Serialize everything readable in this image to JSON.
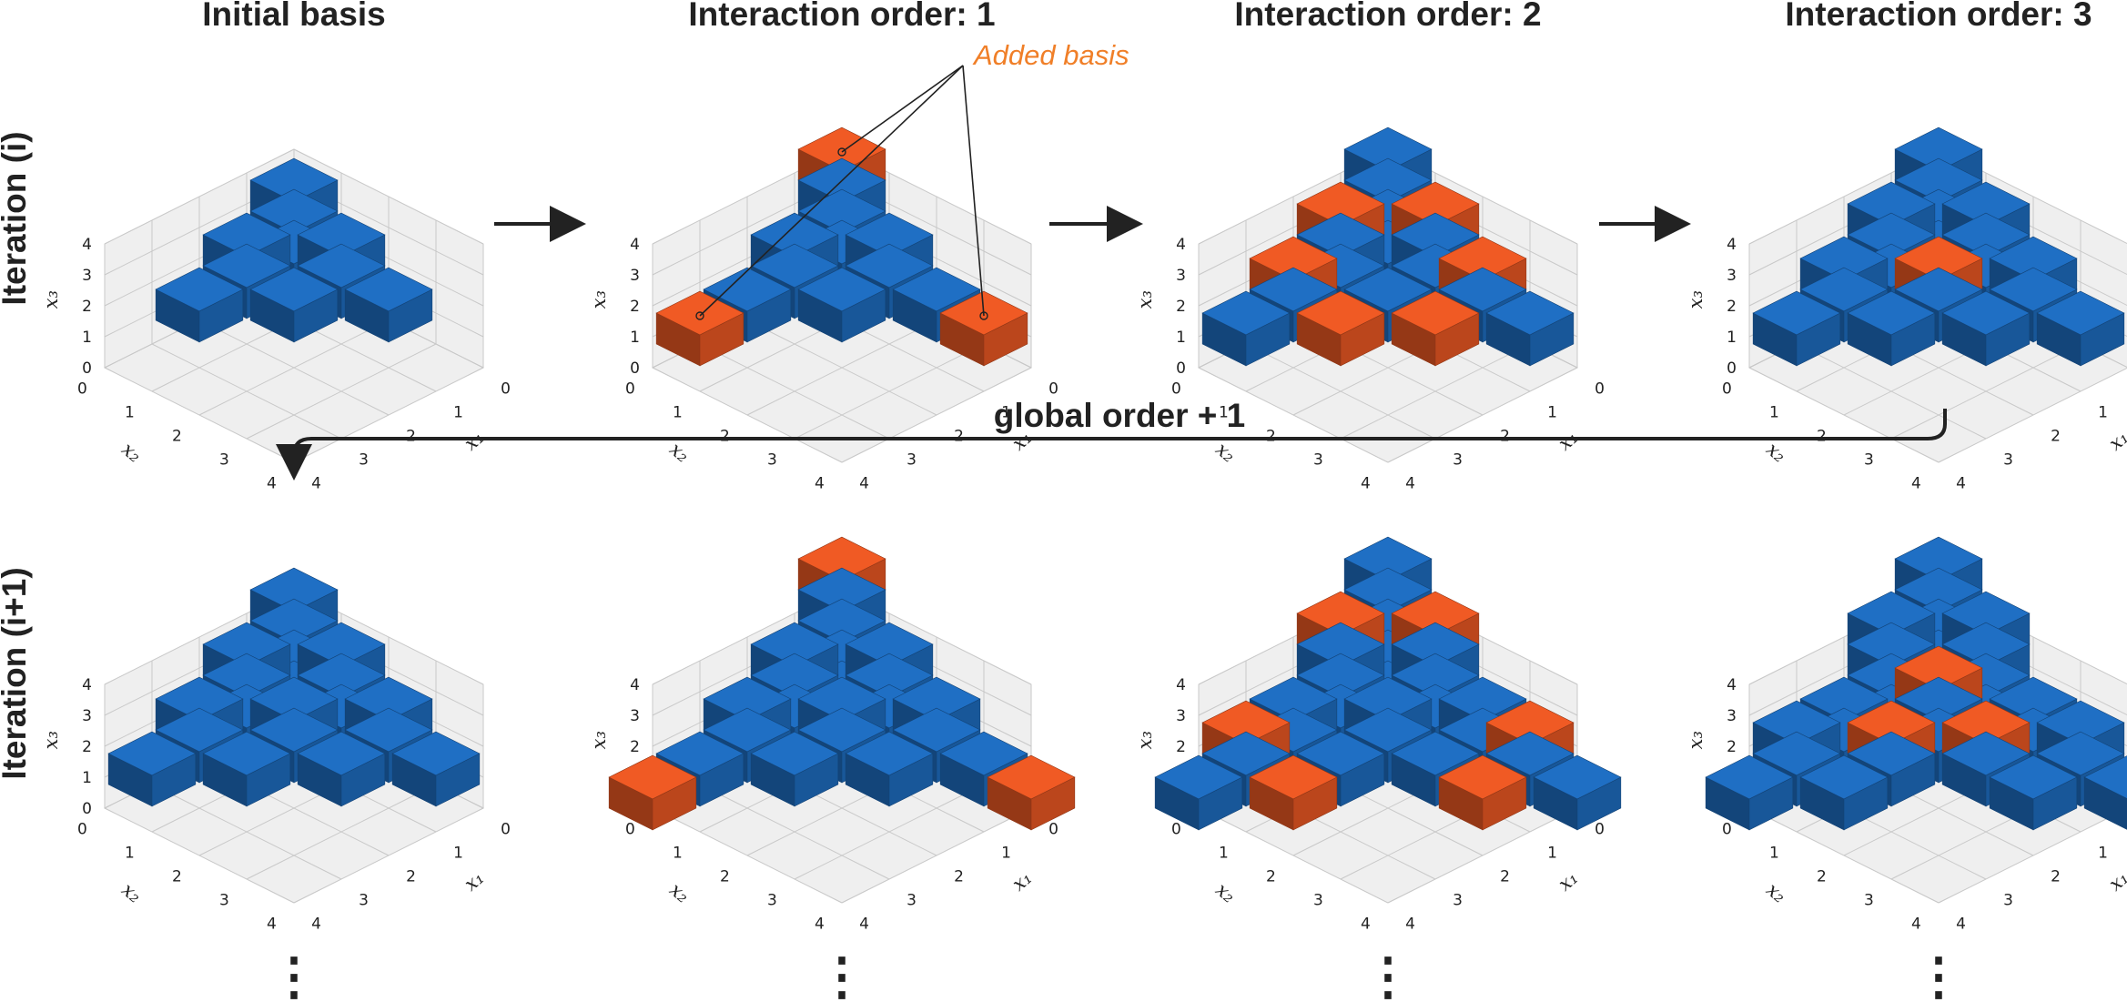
{
  "column_titles": [
    "Initial basis",
    "Interaction order: 1",
    "Interaction order: 2",
    "Interaction order: 3"
  ],
  "row_labels": [
    "Iteration (i)",
    "Iteration (i+1)"
  ],
  "flow_label": "global order + 1",
  "annotation": {
    "text": "Added basis",
    "color": "#f07f28"
  },
  "continuation_mark": "⋮",
  "colors": {
    "existing_basis": "#1f6fc4",
    "added_basis": "#f05a24",
    "pane": "#efefef",
    "grid": "#c8c8c8",
    "arrow": "#222222"
  },
  "axes": {
    "x1_label": "x₁",
    "x2_label": "x₂",
    "x3_label": "x₃",
    "ticks": [
      "0",
      "1",
      "2",
      "3",
      "4"
    ],
    "range": [
      0,
      4
    ]
  },
  "panels": [
    {
      "row": 0,
      "col": 0,
      "existing": [
        [
          0,
          0,
          0
        ],
        [
          1,
          0,
          0
        ],
        [
          0,
          1,
          0
        ],
        [
          0,
          0,
          1
        ],
        [
          1,
          1,
          0
        ],
        [
          1,
          0,
          1
        ],
        [
          0,
          1,
          1
        ],
        [
          2,
          0,
          0
        ],
        [
          0,
          2,
          0
        ],
        [
          0,
          0,
          2
        ]
      ],
      "added": []
    },
    {
      "row": 0,
      "col": 1,
      "existing": [
        [
          0,
          0,
          0
        ],
        [
          1,
          0,
          0
        ],
        [
          0,
          1,
          0
        ],
        [
          0,
          0,
          1
        ],
        [
          1,
          1,
          0
        ],
        [
          1,
          0,
          1
        ],
        [
          0,
          1,
          1
        ],
        [
          2,
          0,
          0
        ],
        [
          0,
          2,
          0
        ],
        [
          0,
          0,
          2
        ]
      ],
      "added": [
        [
          3,
          0,
          0
        ],
        [
          0,
          3,
          0
        ],
        [
          0,
          0,
          3
        ]
      ]
    },
    {
      "row": 0,
      "col": 2,
      "existing": [
        [
          0,
          0,
          0
        ],
        [
          1,
          0,
          0
        ],
        [
          0,
          1,
          0
        ],
        [
          0,
          0,
          1
        ],
        [
          1,
          1,
          0
        ],
        [
          1,
          0,
          1
        ],
        [
          0,
          1,
          1
        ],
        [
          2,
          0,
          0
        ],
        [
          0,
          2,
          0
        ],
        [
          0,
          0,
          2
        ],
        [
          3,
          0,
          0
        ],
        [
          0,
          3,
          0
        ],
        [
          0,
          0,
          3
        ]
      ],
      "added": [
        [
          2,
          1,
          0
        ],
        [
          1,
          2,
          0
        ],
        [
          2,
          0,
          1
        ],
        [
          1,
          0,
          2
        ],
        [
          0,
          2,
          1
        ],
        [
          0,
          1,
          2
        ]
      ]
    },
    {
      "row": 0,
      "col": 3,
      "existing": [
        [
          0,
          0,
          0
        ],
        [
          1,
          0,
          0
        ],
        [
          0,
          1,
          0
        ],
        [
          0,
          0,
          1
        ],
        [
          1,
          1,
          0
        ],
        [
          1,
          0,
          1
        ],
        [
          0,
          1,
          1
        ],
        [
          2,
          0,
          0
        ],
        [
          0,
          2,
          0
        ],
        [
          0,
          0,
          2
        ],
        [
          3,
          0,
          0
        ],
        [
          0,
          3,
          0
        ],
        [
          0,
          0,
          3
        ],
        [
          2,
          1,
          0
        ],
        [
          1,
          2,
          0
        ],
        [
          2,
          0,
          1
        ],
        [
          1,
          0,
          2
        ],
        [
          0,
          2,
          1
        ],
        [
          0,
          1,
          2
        ]
      ],
      "added": [
        [
          1,
          1,
          1
        ]
      ]
    },
    {
      "row": 1,
      "col": 0,
      "existing": [
        [
          0,
          0,
          0
        ],
        [
          1,
          0,
          0
        ],
        [
          0,
          1,
          0
        ],
        [
          0,
          0,
          1
        ],
        [
          1,
          1,
          0
        ],
        [
          1,
          0,
          1
        ],
        [
          0,
          1,
          1
        ],
        [
          2,
          0,
          0
        ],
        [
          0,
          2,
          0
        ],
        [
          0,
          0,
          2
        ],
        [
          3,
          0,
          0
        ],
        [
          0,
          3,
          0
        ],
        [
          0,
          0,
          3
        ],
        [
          2,
          1,
          0
        ],
        [
          1,
          2,
          0
        ],
        [
          2,
          0,
          1
        ],
        [
          1,
          0,
          2
        ],
        [
          0,
          2,
          1
        ],
        [
          0,
          1,
          2
        ],
        [
          1,
          1,
          1
        ]
      ],
      "added": []
    },
    {
      "row": 1,
      "col": 1,
      "existing": [
        [
          0,
          0,
          0
        ],
        [
          1,
          0,
          0
        ],
        [
          0,
          1,
          0
        ],
        [
          0,
          0,
          1
        ],
        [
          1,
          1,
          0
        ],
        [
          1,
          0,
          1
        ],
        [
          0,
          1,
          1
        ],
        [
          2,
          0,
          0
        ],
        [
          0,
          2,
          0
        ],
        [
          0,
          0,
          2
        ],
        [
          3,
          0,
          0
        ],
        [
          0,
          3,
          0
        ],
        [
          0,
          0,
          3
        ],
        [
          2,
          1,
          0
        ],
        [
          1,
          2,
          0
        ],
        [
          2,
          0,
          1
        ],
        [
          1,
          0,
          2
        ],
        [
          0,
          2,
          1
        ],
        [
          0,
          1,
          2
        ],
        [
          1,
          1,
          1
        ]
      ],
      "added": [
        [
          4,
          0,
          0
        ],
        [
          0,
          4,
          0
        ],
        [
          0,
          0,
          4
        ]
      ]
    },
    {
      "row": 1,
      "col": 2,
      "existing": [
        [
          0,
          0,
          0
        ],
        [
          1,
          0,
          0
        ],
        [
          0,
          1,
          0
        ],
        [
          0,
          0,
          1
        ],
        [
          1,
          1,
          0
        ],
        [
          1,
          0,
          1
        ],
        [
          0,
          1,
          1
        ],
        [
          2,
          0,
          0
        ],
        [
          0,
          2,
          0
        ],
        [
          0,
          0,
          2
        ],
        [
          3,
          0,
          0
        ],
        [
          0,
          3,
          0
        ],
        [
          0,
          0,
          3
        ],
        [
          2,
          1,
          0
        ],
        [
          1,
          2,
          0
        ],
        [
          2,
          0,
          1
        ],
        [
          1,
          0,
          2
        ],
        [
          0,
          2,
          1
        ],
        [
          0,
          1,
          2
        ],
        [
          1,
          1,
          1
        ],
        [
          4,
          0,
          0
        ],
        [
          0,
          4,
          0
        ],
        [
          0,
          0,
          4
        ]
      ],
      "added": [
        [
          3,
          1,
          0
        ],
        [
          1,
          3,
          0
        ],
        [
          3,
          0,
          1
        ],
        [
          1,
          0,
          3
        ],
        [
          0,
          3,
          1
        ],
        [
          0,
          1,
          3
        ]
      ]
    },
    {
      "row": 1,
      "col": 3,
      "existing": [
        [
          0,
          0,
          0
        ],
        [
          1,
          0,
          0
        ],
        [
          0,
          1,
          0
        ],
        [
          0,
          0,
          1
        ],
        [
          1,
          1,
          0
        ],
        [
          1,
          0,
          1
        ],
        [
          0,
          1,
          1
        ],
        [
          2,
          0,
          0
        ],
        [
          0,
          2,
          0
        ],
        [
          0,
          0,
          2
        ],
        [
          3,
          0,
          0
        ],
        [
          0,
          3,
          0
        ],
        [
          0,
          0,
          3
        ],
        [
          2,
          1,
          0
        ],
        [
          1,
          2,
          0
        ],
        [
          2,
          0,
          1
        ],
        [
          1,
          0,
          2
        ],
        [
          0,
          2,
          1
        ],
        [
          0,
          1,
          2
        ],
        [
          1,
          1,
          1
        ],
        [
          4,
          0,
          0
        ],
        [
          0,
          4,
          0
        ],
        [
          0,
          0,
          4
        ],
        [
          3,
          1,
          0
        ],
        [
          1,
          3,
          0
        ],
        [
          3,
          0,
          1
        ],
        [
          1,
          0,
          3
        ],
        [
          0,
          3,
          1
        ],
        [
          0,
          1,
          3
        ]
      ],
      "added": [
        [
          2,
          1,
          1
        ],
        [
          1,
          2,
          1
        ],
        [
          1,
          1,
          2
        ]
      ]
    }
  ]
}
